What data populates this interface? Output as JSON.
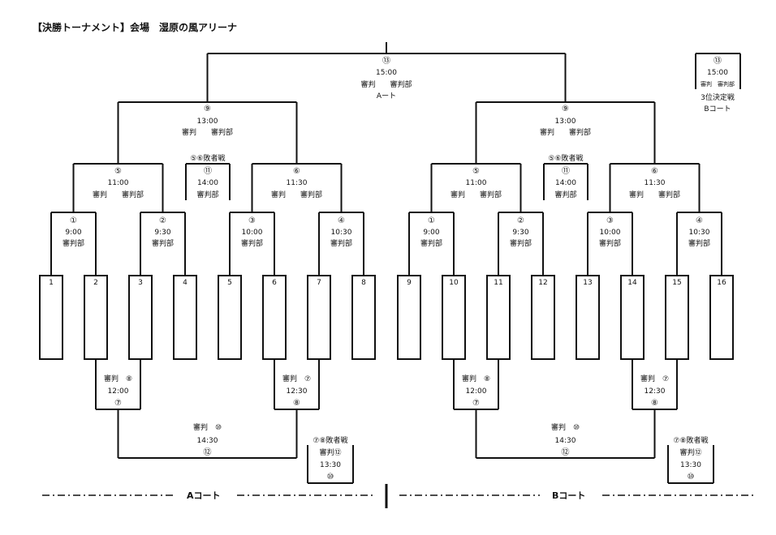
{
  "title": "【決勝トーナメント】会場　湿原の風アリーナ",
  "courts": {
    "a": "Aコート",
    "b": "Bコート"
  },
  "final": {
    "num": "⑬",
    "time": "15:00",
    "ref": "審判　　審判部",
    "court": "Aート"
  },
  "third_place": {
    "num": "⑬",
    "time": "15:00",
    "ref": "審判　審判部",
    "title": "3位決定戦",
    "court": "Bコート"
  },
  "semis": [
    {
      "num": "⑨",
      "time": "13:00",
      "ref": "審判　　審判部"
    },
    {
      "num": "⑨",
      "time": "13:00",
      "ref": "審判　　審判部"
    }
  ],
  "quarters": [
    {
      "num": "⑤",
      "time": "11:00",
      "ref": "審判　　審判部"
    },
    {
      "num": "⑥",
      "time": "11:30",
      "ref": "審判　　審判部"
    },
    {
      "num": "⑤",
      "time": "11:00",
      "ref": "審判　　審判部"
    },
    {
      "num": "⑥",
      "time": "11:30",
      "ref": "審判　　審判部"
    }
  ],
  "loser_56": [
    {
      "title": "⑤⑥敗者戦",
      "num": "⑪",
      "time": "14:00",
      "ref": "審判部"
    },
    {
      "title": "⑤⑥敗者戦",
      "num": "⑪",
      "time": "14:00",
      "ref": "審判部"
    }
  ],
  "round1": [
    {
      "num": "①",
      "time": "9:00",
      "ref": "審判部"
    },
    {
      "num": "②",
      "time": "9:30",
      "ref": "審判部"
    },
    {
      "num": "③",
      "time": "10:00",
      "ref": "審判部"
    },
    {
      "num": "④",
      "time": "10:30",
      "ref": "審判部"
    },
    {
      "num": "①",
      "time": "9:00",
      "ref": "審判部"
    },
    {
      "num": "②",
      "time": "9:30",
      "ref": "審判部"
    },
    {
      "num": "③",
      "time": "10:00",
      "ref": "審判部"
    },
    {
      "num": "④",
      "time": "10:30",
      "ref": "審判部"
    }
  ],
  "teams": [
    "1",
    "2",
    "3",
    "4",
    "5",
    "6",
    "7",
    "8",
    "9",
    "10",
    "11",
    "12",
    "13",
    "14",
    "15",
    "16"
  ],
  "losers_r1": [
    {
      "ref": "審判　⑧",
      "time": "12:00",
      "num": "⑦"
    },
    {
      "ref": "審判　⑦",
      "time": "12:30",
      "num": "⑧"
    },
    {
      "ref": "審判　⑧",
      "time": "12:00",
      "num": "⑦"
    },
    {
      "ref": "審判　⑦",
      "time": "12:30",
      "num": "⑧"
    }
  ],
  "losers_r2": [
    {
      "ref": "審判　⑩",
      "time": "14:30",
      "num": "⑫"
    },
    {
      "ref": "審判　⑩",
      "time": "14:30",
      "num": "⑫"
    }
  ],
  "loser_78": [
    {
      "title": "⑦⑧敗者戦",
      "ref": "審判⑫",
      "time": "13:30",
      "num": "⑩"
    },
    {
      "title": "⑦⑧敗者戦",
      "ref": "審判⑫",
      "time": "13:30",
      "num": "⑩"
    }
  ]
}
